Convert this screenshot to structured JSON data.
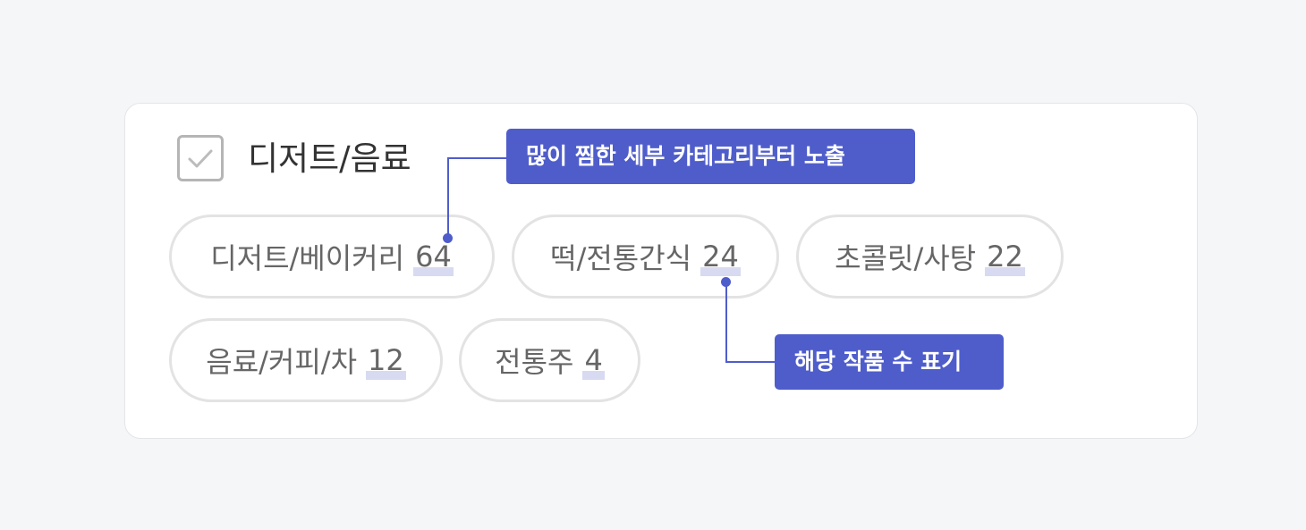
{
  "category": {
    "title": "디저트/음료",
    "checkbox_checked": true
  },
  "chips": [
    {
      "label": "디저트/베이커리",
      "count": "64"
    },
    {
      "label": "떡/전통간식",
      "count": "24"
    },
    {
      "label": "초콜릿/사탕",
      "count": "22"
    },
    {
      "label": "음료/커피/차",
      "count": "12"
    },
    {
      "label": "전통주",
      "count": "4"
    }
  ],
  "annotations": {
    "top": "많이 찜한 세부 카테고리부터 노출",
    "bottom": "해당 작품 수 표기"
  },
  "colors": {
    "accent": "#4f5dcb",
    "count_highlight": "#b8bce8",
    "chip_border": "#e3e3e3",
    "background": "#f5f6f8"
  }
}
